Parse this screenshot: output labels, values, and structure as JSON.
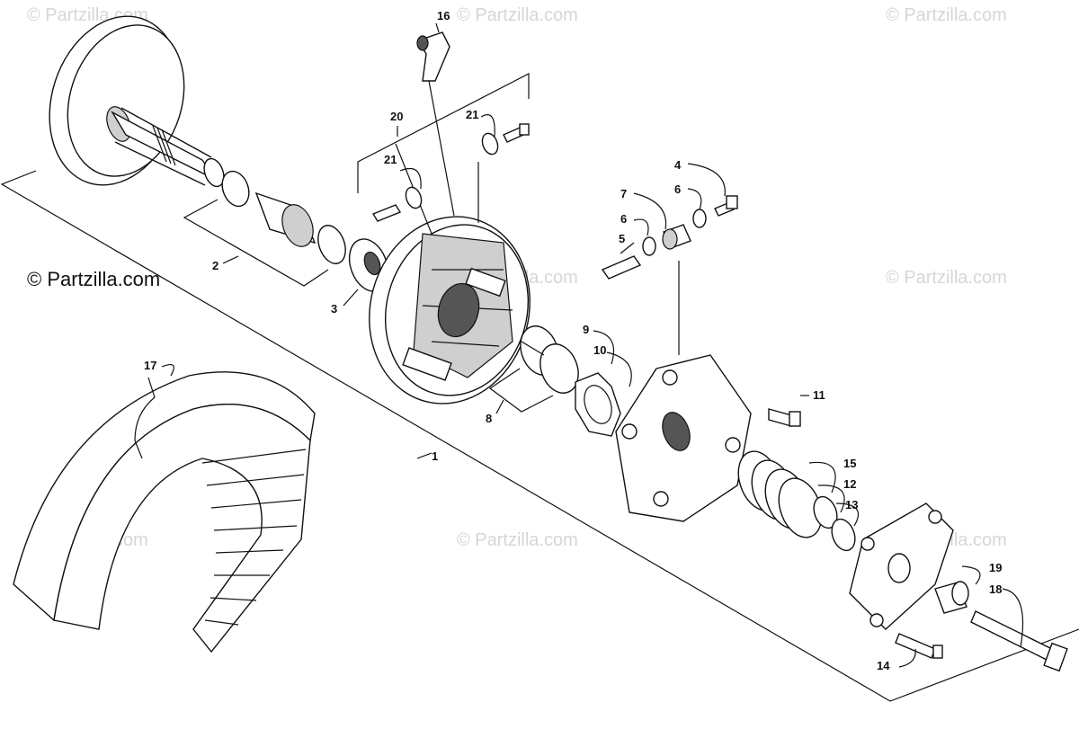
{
  "watermarks": {
    "top_left": "© Partzilla.com",
    "top_center": "© Partzilla.com",
    "top_right": "© Partzilla.com",
    "mid_left": "© Partzilla.com",
    "mid_center": "© Partzilla.com",
    "mid_right": "© Partzilla.com",
    "bottom_left": "© Partzilla.com",
    "bottom_center": "© Partzilla.com",
    "bottom_right": "© Partzilla.com"
  },
  "callouts": {
    "c1": "1",
    "c2": "2",
    "c3": "3",
    "c4": "4",
    "c5": "5",
    "c6a": "6",
    "c6b": "6",
    "c7": "7",
    "c8": "8",
    "c9": "9",
    "c10": "10",
    "c11": "11",
    "c12": "12",
    "c13": "13",
    "c14": "14",
    "c15": "15",
    "c16": "16",
    "c17": "17",
    "c18": "18",
    "c19": "19",
    "c20": "20",
    "c21a": "21",
    "c21b": "21"
  },
  "colors": {
    "line": "#111111",
    "watermark": "#d6d6d6",
    "shade": "#cfcfcf"
  }
}
